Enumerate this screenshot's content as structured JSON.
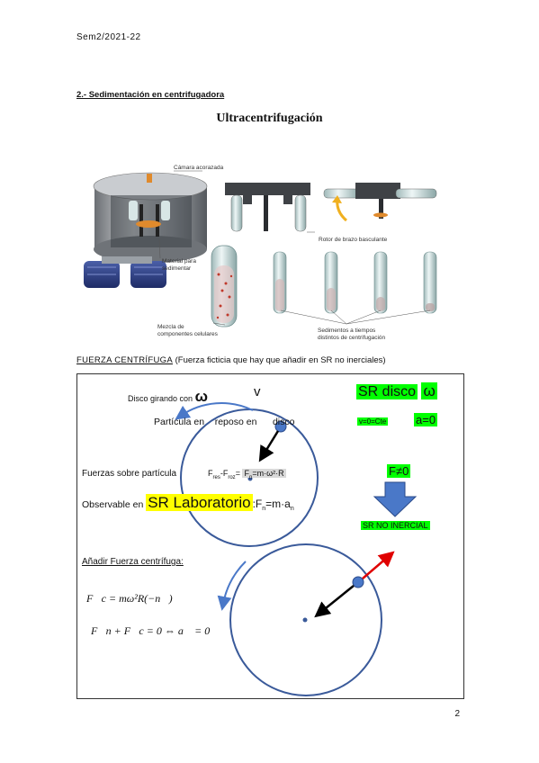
{
  "header": {
    "text": "Sem2/2021-22"
  },
  "section": {
    "title": "2.- Sedimentación en centrifugadora"
  },
  "figure": {
    "title": "Ultracentrifugación",
    "labels": {
      "camara": "Cámara acorazada",
      "rotor": "Rotor de brazo basculante",
      "material_1": "Material para",
      "material_2": "sedimentar",
      "mezcla_1": "Mezcla de",
      "mezcla_2": "componentes celulares",
      "sed_1": "Sedimentos a tiempos",
      "sed_2": "distintos de centrifugación"
    }
  },
  "fuerza": {
    "heading": "FUERZA CENTRÍFUGA",
    "heading_note": " (Fuerza ficticia que hay que añadir en SR no inerciales)"
  },
  "box": {
    "disco_girando": "Disco girando con",
    "omega": "ω",
    "v": "v",
    "sr_disco": "SR disco",
    "sr_omega": "ω",
    "particula_a": "Partícula en",
    "particula_b": "reposo en",
    "particula_c": "disco",
    "v0": "v=0=Cte",
    "a0": "a=0",
    "fuerzas": "Fuerzas sobre partícula",
    "fres": "F",
    "fres_sub": "res",
    "froz": "-F",
    "froz_sub": "roz",
    "eq": "=",
    "fn": "F",
    "fn_sub": "n",
    "fn_eq": "=m·ω²·R",
    "fneq0": "F≠0",
    "observable": "Observable en",
    "sr_lab": "SR Laboratorio",
    "fn2_pre": ":F",
    "fn2_sub": "n",
    "fn2_mid": "=m·a",
    "fn2_sub2": "n",
    "sr_no_inercial": "SR NO INERCIAL",
    "anadir": "Añadir Fuerza centrífuga:",
    "eq1": "F⃗c = mω²R(−n⃗)",
    "eq2": "F⃗n + F⃗c = 0 ⇔ a⃗ = 0⃗"
  },
  "page_number": "2"
}
